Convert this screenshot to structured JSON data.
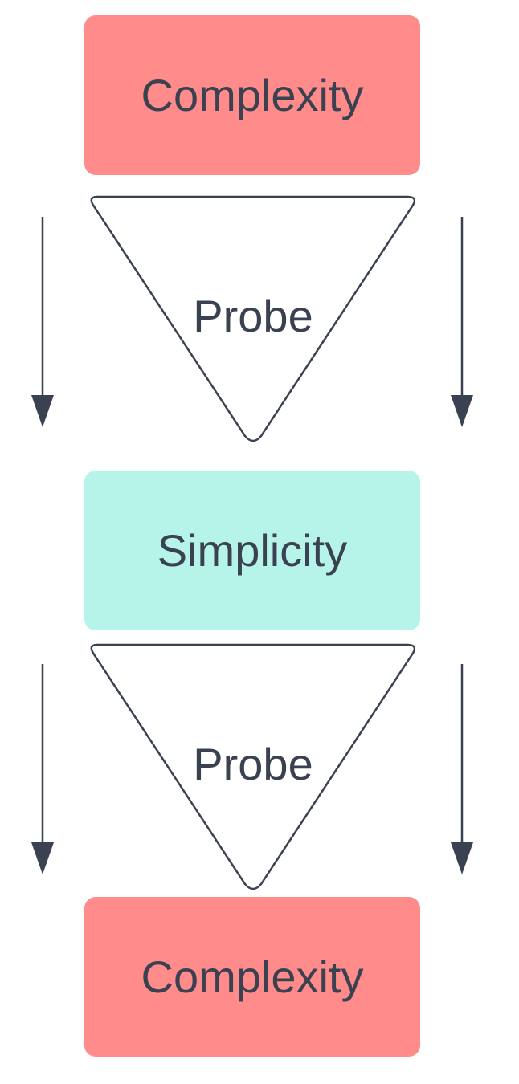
{
  "diagram": {
    "nodes": [
      {
        "id": "complexity-top",
        "label": "Complexity",
        "color": "#ff8b8b"
      },
      {
        "id": "probe-1",
        "label": "Probe"
      },
      {
        "id": "simplicity",
        "label": "Simplicity",
        "color": "#b6f4ea"
      },
      {
        "id": "probe-2",
        "label": "Probe"
      },
      {
        "id": "complexity-bottom",
        "label": "Complexity",
        "color": "#ff8b8b"
      }
    ],
    "colors": {
      "complexity": "#ff8b8b",
      "simplicity": "#b6f4ea",
      "stroke": "#3a4150",
      "text": "#3a4150"
    },
    "arrow_direction": "down"
  }
}
